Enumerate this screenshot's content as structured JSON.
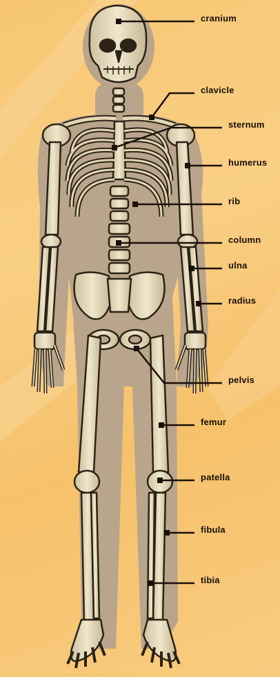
{
  "labels": {
    "cranium": "cranium",
    "clavicle": "clavicle",
    "sternum": "sternum",
    "humerus": "humerus",
    "rib": "rib",
    "column": "column",
    "ulna": "ulna",
    "radius": "radius",
    "pelvis": "pelvis",
    "femur": "femur",
    "patella": "patella",
    "fibula": "fibula",
    "tibia": "tibia"
  },
  "colors": {
    "background": "#f8c878",
    "silhouette": "#b9a58c",
    "bone": "#e2d6b6",
    "bone_shadow": "#2c2316",
    "leader": "#1a1008"
  }
}
